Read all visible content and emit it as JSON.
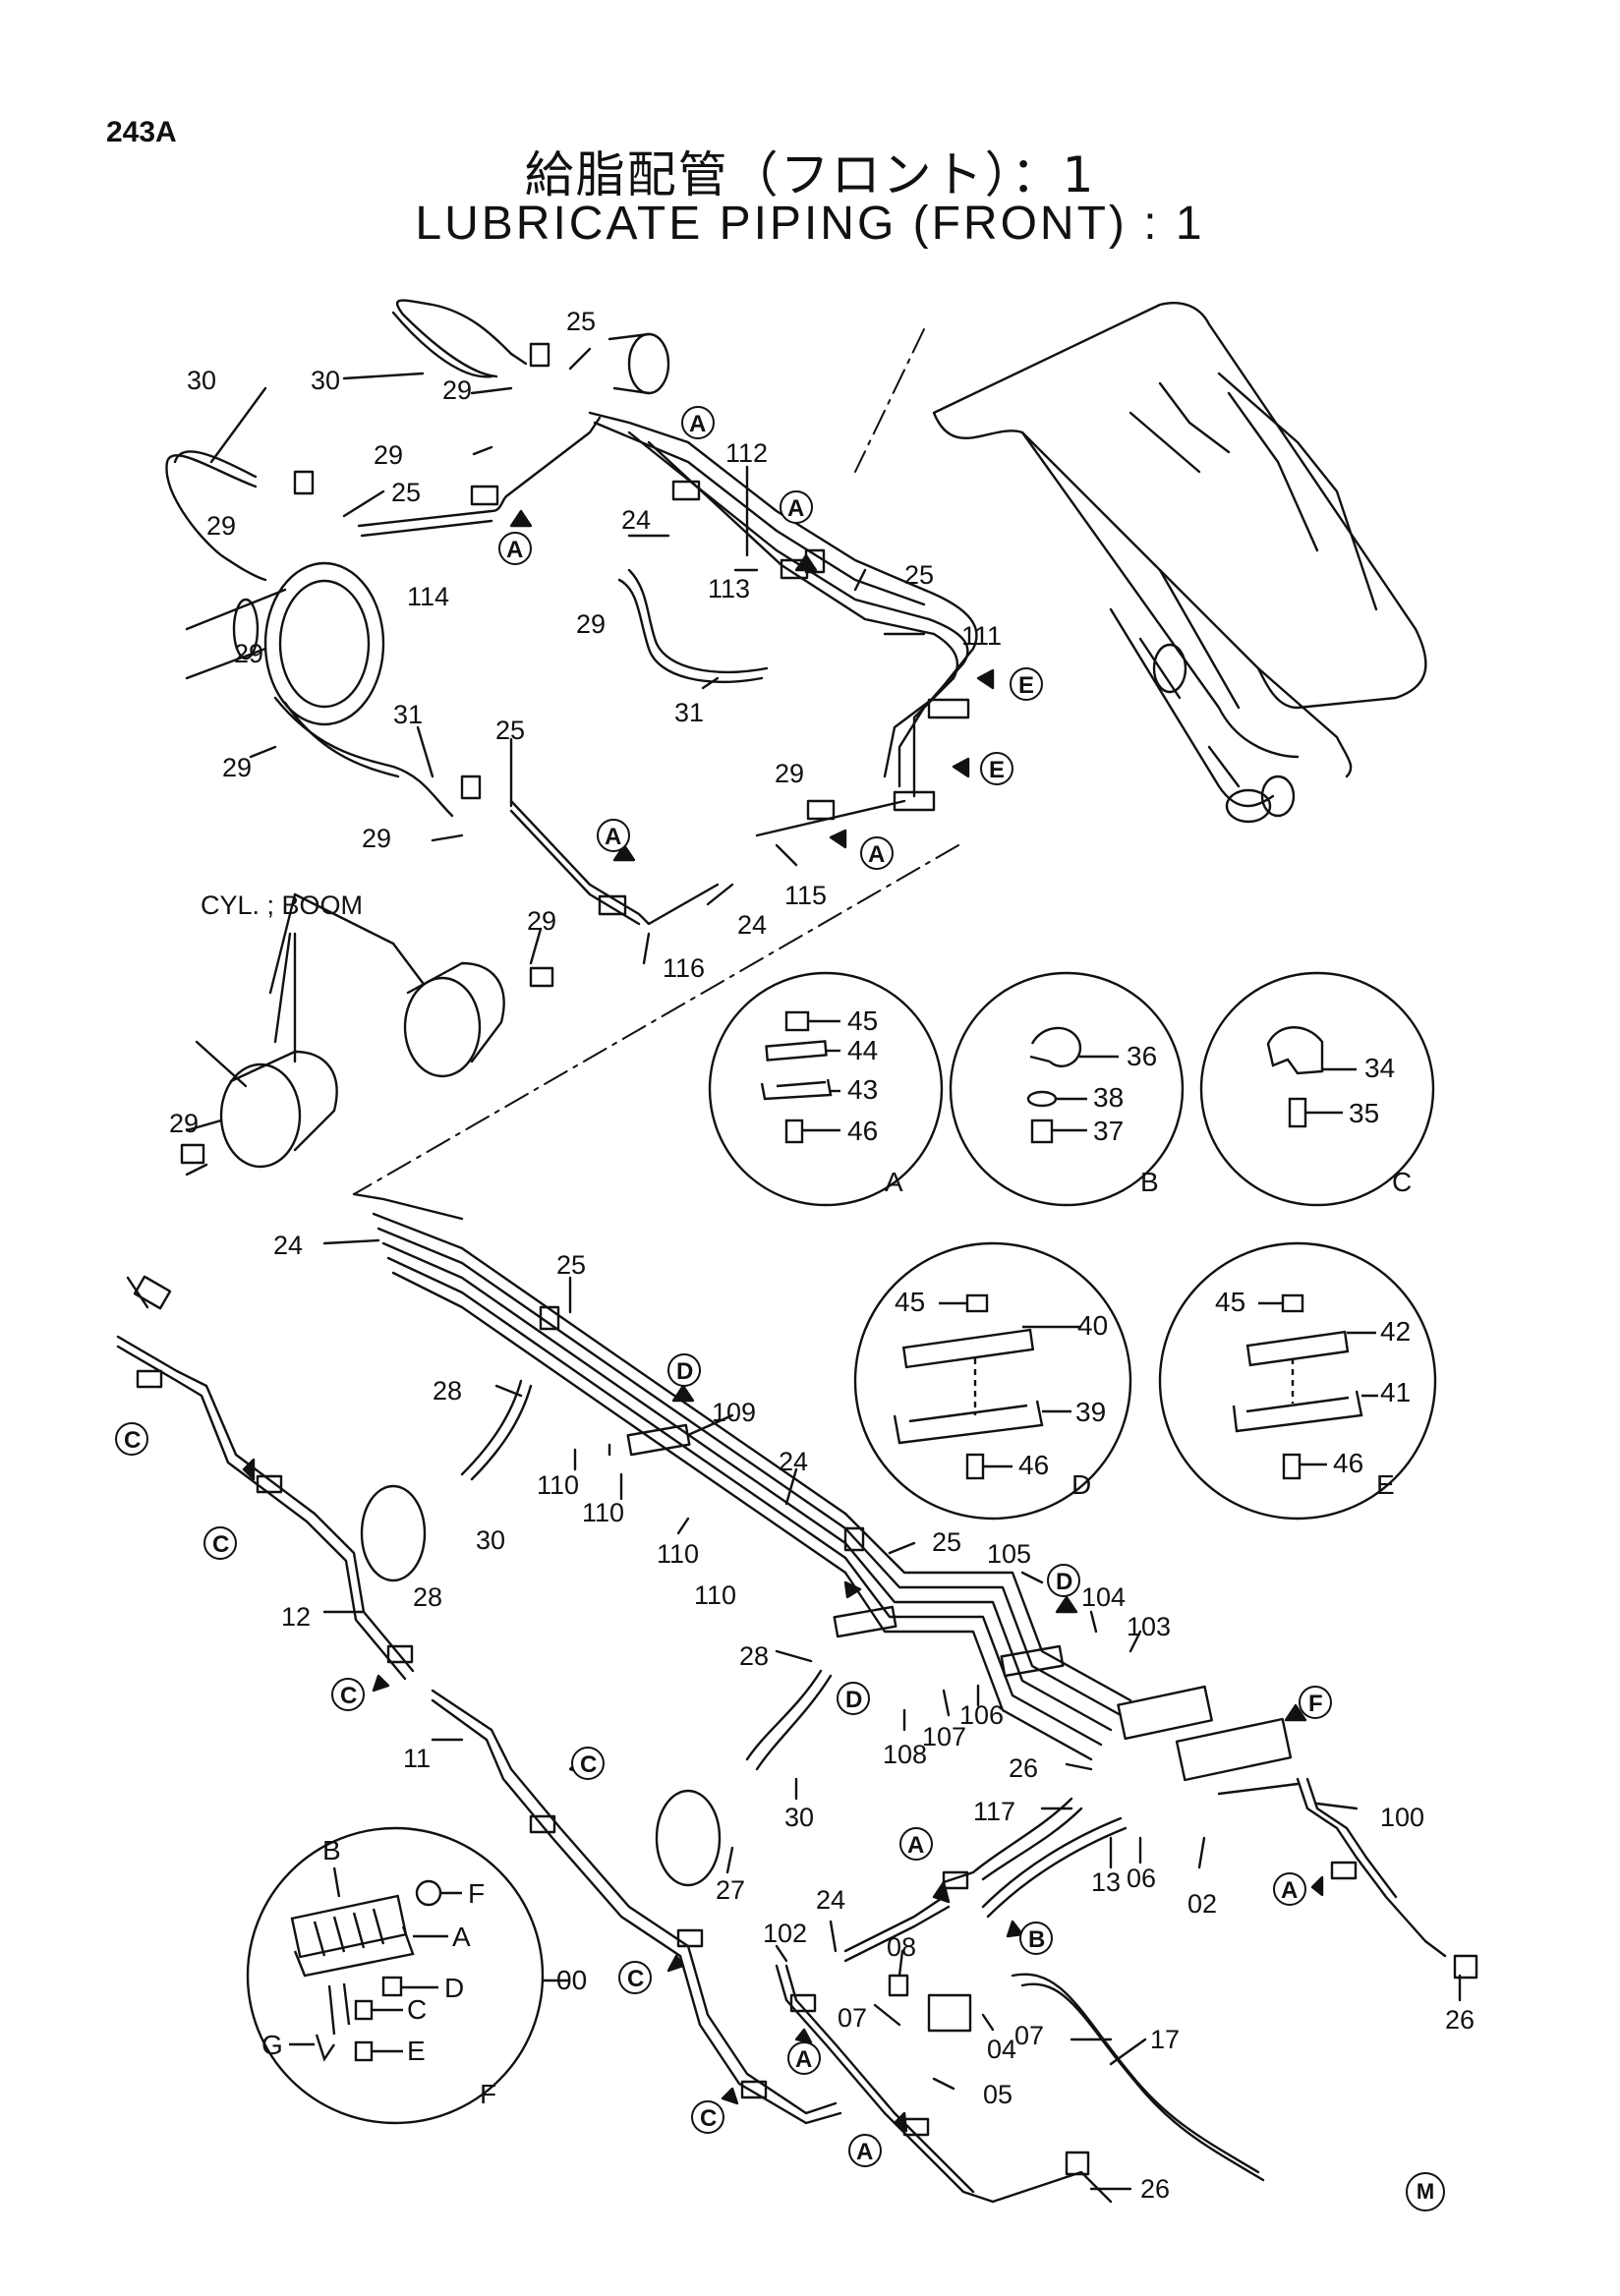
{
  "page": {
    "number": "243A",
    "title_jp": "給脂配管（フロント）：1",
    "title_en": "LUBRICATE PIPING (FRONT) : 1",
    "mark": "M"
  },
  "main_labels": {
    "p25a": "25",
    "p30a": "30",
    "p30b": "30",
    "p29a": "29",
    "p29b": "29",
    "p25b": "25",
    "p112": "112",
    "p29c": "29",
    "p24a": "24",
    "p114": "114",
    "p113": "113",
    "p25c": "25",
    "p29d": "29",
    "p111": "111",
    "p29e": "29",
    "p29f": "29",
    "p31a": "31",
    "p31b": "31",
    "p29g": "29",
    "p25d": "25",
    "p29h": "29",
    "p115": "115",
    "p24b": "24",
    "p116": "116",
    "cyl_boom": "CYL. ; BOOM",
    "p29i": "29",
    "p29j": "29",
    "p24c": "24",
    "p25e": "25",
    "p28a": "28",
    "p109": "109",
    "p110a": "110",
    "p110b": "110",
    "p110c": "110",
    "p110d": "110",
    "p30c": "30",
    "p28b": "28",
    "p24d": "24",
    "p25f": "25",
    "p105": "105",
    "p104": "104",
    "p103": "103",
    "p12": "12",
    "p28c": "28",
    "p108": "108",
    "p107": "107",
    "p106": "106",
    "p11": "11",
    "p26a": "26",
    "p30d": "30",
    "p117": "117",
    "p100": "100",
    "p27": "27",
    "p13": "13",
    "p06": "06",
    "p02": "02",
    "p24e": "24",
    "p102": "102",
    "p08": "08",
    "p07a": "07",
    "p07b": "07",
    "p04": "04",
    "p17": "17",
    "p05": "05",
    "p26b": "26",
    "p26c": "26"
  },
  "callouts": {
    "A": "A",
    "B": "B",
    "C": "C",
    "D": "D",
    "E": "E",
    "F": "F"
  },
  "details": {
    "A": {
      "name": "A",
      "parts": [
        "45",
        "44",
        "43",
        "46"
      ]
    },
    "B": {
      "name": "B",
      "parts": [
        "36",
        "38",
        "37"
      ]
    },
    "C": {
      "name": "C",
      "parts": [
        "34",
        "35"
      ]
    },
    "D": {
      "name": "D",
      "parts": [
        "45",
        "40",
        "39",
        "46"
      ]
    },
    "E": {
      "name": "E",
      "parts": [
        "45",
        "42",
        "41",
        "46"
      ]
    },
    "F": {
      "name": "F",
      "parts": [
        "B",
        "F",
        "A",
        "D",
        "C",
        "E",
        "G",
        "00"
      ]
    }
  }
}
